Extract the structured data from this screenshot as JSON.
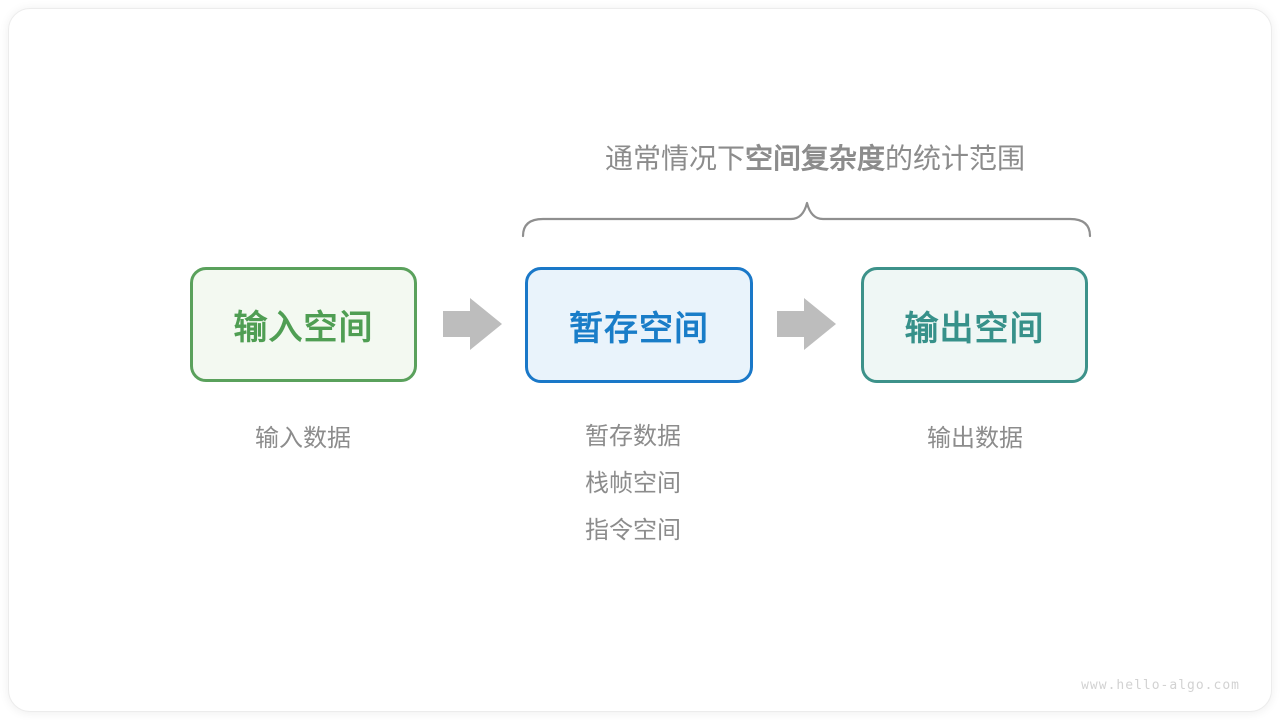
{
  "title": {
    "prefix": "通常情况下",
    "bold": "空间复杂度",
    "suffix": "的统计范围"
  },
  "boxes": [
    {
      "id": "input-space",
      "label": "输入空间",
      "border_color": "#5AA15C",
      "bg_color": "#F3F9F1",
      "text_color": "#4F9E53"
    },
    {
      "id": "temp-space",
      "label": "暂存空间",
      "border_color": "#1A78C8",
      "bg_color": "#E9F3FB",
      "text_color": "#197DC8"
    },
    {
      "id": "output-space",
      "label": "输出空间",
      "border_color": "#3D928A",
      "bg_color": "#EFF7F5",
      "text_color": "#37918A"
    }
  ],
  "annotations": {
    "input_label": "输入数据",
    "temp_labels": [
      "暂存数据",
      "栈帧空间",
      "指令空间"
    ],
    "output_label": "输出数据"
  },
  "icons": {
    "arrow": "right-block-arrow",
    "brace": "curly-brace-up"
  },
  "colors": {
    "arrow": "#BDBDBD",
    "brace": "#8F8F8F",
    "text_gray": "#8C8C8C",
    "watermark": "#D2D2D2"
  },
  "watermark": "www.hello-algo.com"
}
